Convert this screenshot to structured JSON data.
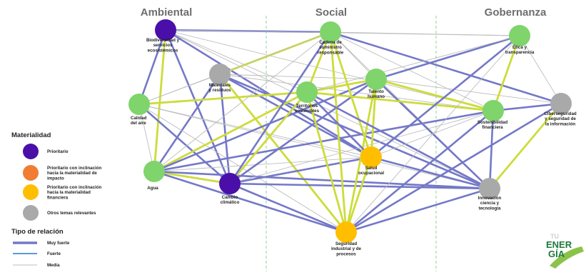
{
  "columns": [
    "Ambiental",
    "Social",
    "Gobernanza"
  ],
  "colors": {
    "prioritario": "#4a0fa8",
    "impacto": "#f07d33",
    "financiera": "#ffbf00",
    "otros": "#a9a9a9",
    "green_node": "#7fd46b",
    "muy_fuerte": "#7478c8",
    "fuerte": "#5b9bd5",
    "media": "#bdbdbd",
    "yellow_link": "#cddc39",
    "divider": "#8fd19e"
  },
  "nodes": [
    {
      "id": "bio",
      "category": "prioritario",
      "label": [
        "Biodiversidad y",
        "servicios",
        "ecosistémicos"
      ]
    },
    {
      "id": "mat",
      "category": "otros",
      "label": [
        "Materiales",
        "y residuos"
      ]
    },
    {
      "id": "cal",
      "category": "green",
      "label": [
        "Calidad",
        "del aire"
      ]
    },
    {
      "id": "agua",
      "category": "green",
      "label": [
        "Agua"
      ]
    },
    {
      "id": "cc",
      "category": "prioritario",
      "label": [
        "Cambio",
        "climático"
      ]
    },
    {
      "id": "cad",
      "category": "green",
      "label": [
        "Cadena de",
        "suministro",
        "responsable"
      ]
    },
    {
      "id": "tal",
      "category": "green",
      "label": [
        "Talento",
        "humano"
      ]
    },
    {
      "id": "ter",
      "category": "green",
      "label": [
        "Territorios",
        "sostenibles"
      ]
    },
    {
      "id": "sal",
      "category": "financiera",
      "label": [
        "Salud",
        "ocupacional"
      ]
    },
    {
      "id": "seg",
      "category": "financiera",
      "label": [
        "Seguridad",
        "industrial y de",
        "procesos"
      ]
    },
    {
      "id": "eti",
      "category": "green",
      "label": [
        "Ética y",
        "transparencia"
      ]
    },
    {
      "id": "sos",
      "category": "green",
      "label": [
        "Sostenibilidad",
        "financiera"
      ]
    },
    {
      "id": "cib",
      "category": "otros",
      "label": [
        "Ciberseguridad",
        "y seguridad de",
        "la información"
      ]
    },
    {
      "id": "inn",
      "category": "otros",
      "label": [
        "Innovación",
        "ciencia y",
        "tecnología"
      ]
    }
  ],
  "links": [
    {
      "a": "bio",
      "b": "cad",
      "type": "muy_fuerte"
    },
    {
      "a": "bio",
      "b": "sal",
      "type": "muy_fuerte"
    },
    {
      "a": "bio",
      "b": "cc",
      "type": "muy_fuerte"
    },
    {
      "a": "bio",
      "b": "agua",
      "type": "yellow"
    },
    {
      "a": "bio",
      "b": "cal",
      "type": "muy_fuerte"
    },
    {
      "a": "bio",
      "b": "eti",
      "type": "media"
    },
    {
      "a": "bio",
      "b": "ter",
      "type": "media"
    },
    {
      "a": "bio",
      "b": "inn",
      "type": "media"
    },
    {
      "a": "bio",
      "b": "sos",
      "type": "media"
    },
    {
      "a": "mat",
      "b": "cad",
      "type": "yellow"
    },
    {
      "a": "mat",
      "b": "seg",
      "type": "yellow"
    },
    {
      "a": "mat",
      "b": "sal",
      "type": "muy_fuerte"
    },
    {
      "a": "mat",
      "b": "cc",
      "type": "muy_fuerte"
    },
    {
      "a": "mat",
      "b": "inn",
      "type": "muy_fuerte"
    },
    {
      "a": "mat",
      "b": "agua",
      "type": "muy_fuerte"
    },
    {
      "a": "mat",
      "b": "cal",
      "type": "media"
    },
    {
      "a": "mat",
      "b": "tal",
      "type": "media"
    },
    {
      "a": "mat",
      "b": "sos",
      "type": "media"
    },
    {
      "a": "cal",
      "b": "cc",
      "type": "muy_fuerte"
    },
    {
      "a": "cal",
      "b": "ter",
      "type": "yellow"
    },
    {
      "a": "cal",
      "b": "agua",
      "type": "media"
    },
    {
      "a": "cal",
      "b": "sal",
      "type": "media"
    },
    {
      "a": "cal",
      "b": "seg",
      "type": "media"
    },
    {
      "a": "cal",
      "b": "inn",
      "type": "media"
    },
    {
      "a": "cal",
      "b": "cad",
      "type": "media"
    },
    {
      "a": "agua",
      "b": "cc",
      "type": "yellow"
    },
    {
      "a": "agua",
      "b": "ter",
      "type": "yellow"
    },
    {
      "a": "agua",
      "b": "tal",
      "type": "muy_fuerte"
    },
    {
      "a": "agua",
      "b": "seg",
      "type": "muy_fuerte"
    },
    {
      "a": "agua",
      "b": "sos",
      "type": "muy_fuerte"
    },
    {
      "a": "agua",
      "b": "inn",
      "type": "muy_fuerte"
    },
    {
      "a": "agua",
      "b": "cad",
      "type": "media"
    },
    {
      "a": "agua",
      "b": "sal",
      "type": "media"
    },
    {
      "a": "cc",
      "b": "ter",
      "type": "yellow"
    },
    {
      "a": "cc",
      "b": "seg",
      "type": "muy_fuerte"
    },
    {
      "a": "cc",
      "b": "inn",
      "type": "muy_fuerte"
    },
    {
      "a": "cc",
      "b": "sal",
      "type": "muy_fuerte"
    },
    {
      "a": "cc",
      "b": "tal",
      "type": "muy_fuerte"
    },
    {
      "a": "cc",
      "b": "cad",
      "type": "muy_fuerte"
    },
    {
      "a": "cc",
      "b": "sos",
      "type": "media"
    },
    {
      "a": "cad",
      "b": "ter",
      "type": "yellow"
    },
    {
      "a": "cad",
      "b": "tal",
      "type": "media"
    },
    {
      "a": "cad",
      "b": "sal",
      "type": "yellow"
    },
    {
      "a": "cad",
      "b": "seg",
      "type": "yellow"
    },
    {
      "a": "cad",
      "b": "cib",
      "type": "muy_fuerte"
    },
    {
      "a": "cad",
      "b": "sos",
      "type": "media"
    },
    {
      "a": "cad",
      "b": "eti",
      "type": "media"
    },
    {
      "a": "cad",
      "b": "inn",
      "type": "media"
    },
    {
      "a": "tal",
      "b": "ter",
      "type": "yellow"
    },
    {
      "a": "tal",
      "b": "sal",
      "type": "yellow"
    },
    {
      "a": "tal",
      "b": "sos",
      "type": "yellow"
    },
    {
      "a": "tal",
      "b": "seg",
      "type": "yellow"
    },
    {
      "a": "tal",
      "b": "eti",
      "type": "muy_fuerte"
    },
    {
      "a": "tal",
      "b": "inn",
      "type": "muy_fuerte"
    },
    {
      "a": "tal",
      "b": "cib",
      "type": "media"
    },
    {
      "a": "ter",
      "b": "sal",
      "type": "muy_fuerte"
    },
    {
      "a": "ter",
      "b": "sos",
      "type": "yellow"
    },
    {
      "a": "ter",
      "b": "seg",
      "type": "yellow"
    },
    {
      "a": "ter",
      "b": "inn",
      "type": "muy_fuerte"
    },
    {
      "a": "ter",
      "b": "eti",
      "type": "media"
    },
    {
      "a": "sal",
      "b": "seg",
      "type": "yellow"
    },
    {
      "a": "sal",
      "b": "inn",
      "type": "muy_fuerte"
    },
    {
      "a": "sal",
      "b": "eti",
      "type": "muy_fuerte"
    },
    {
      "a": "sal",
      "b": "sos",
      "type": "media"
    },
    {
      "a": "seg",
      "b": "sos",
      "type": "muy_fuerte"
    },
    {
      "a": "seg",
      "b": "inn",
      "type": "muy_fuerte"
    },
    {
      "a": "seg",
      "b": "cib",
      "type": "muy_fuerte"
    },
    {
      "a": "seg",
      "b": "eti",
      "type": "media"
    },
    {
      "a": "eti",
      "b": "sos",
      "type": "yellow"
    },
    {
      "a": "eti",
      "b": "cib",
      "type": "media"
    },
    {
      "a": "sos",
      "b": "inn",
      "type": "muy_fuerte"
    },
    {
      "a": "sos",
      "b": "cib",
      "type": "muy_fuerte"
    },
    {
      "a": "cib",
      "b": "inn",
      "type": "yellow"
    }
  ],
  "legend": {
    "materialidad_title": "Materialidad",
    "materialidad_items": [
      {
        "category": "prioritario",
        "label": [
          "Prioritario"
        ]
      },
      {
        "category": "impacto",
        "label": [
          "Prioritario con inclinación",
          "hacia la materialidad de",
          "impacto"
        ]
      },
      {
        "category": "financiera",
        "label": [
          "Prioritario con inclinación",
          "hacia la materialidad",
          "financiera"
        ]
      },
      {
        "category": "otros",
        "label": [
          "Otros temas relevantes"
        ]
      }
    ],
    "relacion_title": "Tipo de relación",
    "relacion_items": [
      {
        "type": "muy_fuerte",
        "label": "Muy fuerte"
      },
      {
        "type": "fuerte",
        "label": "Fuerte"
      },
      {
        "type": "media",
        "label": "Media"
      }
    ]
  },
  "logo": {
    "line1": "TU",
    "line2": "ENER",
    "line3": "GÍA"
  }
}
